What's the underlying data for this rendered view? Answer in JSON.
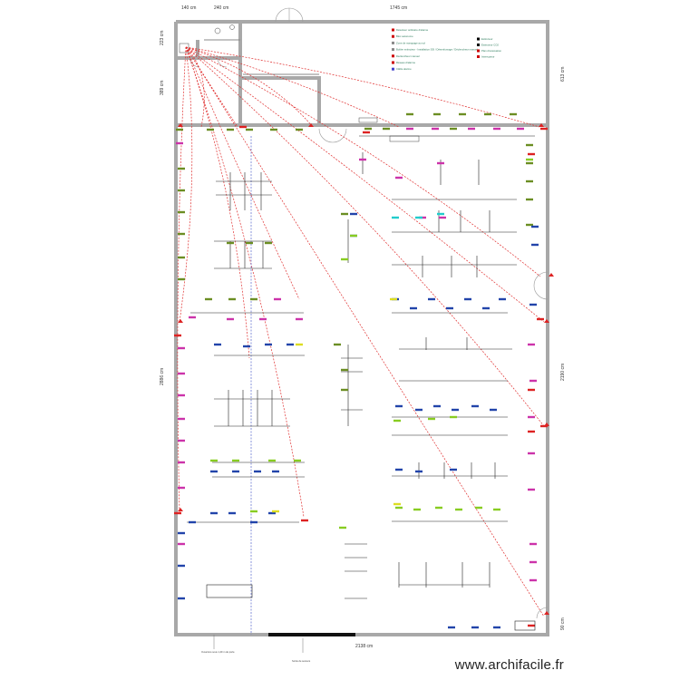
{
  "dimensions": {
    "top_left": "140 cm",
    "top_mid": "240 cm",
    "top_right": "1745 cm",
    "left_top": "223 cm",
    "left_mid": "389 cm",
    "left_main": "2886 cm",
    "right_top": "613 cm",
    "right_main": "2190 cm",
    "right_bottom": "90 cm",
    "bottom": "2138 cm"
  },
  "legend": [
    {
      "text": "Détecteur ordinaire d'alarme",
      "color": "#cc0000"
    },
    {
      "text": "Bloc autonome",
      "color": "#cc0000"
    },
    {
      "text": "Zone de marquage au sol",
      "color": "#888888"
    },
    {
      "text": "Boîtier extincteur - Installation SSI / Désenfumage / Déclencheur manuel",
      "color": "#888888"
    },
    {
      "text": "Déclencheur manuel",
      "color": "#cc0000"
    },
    {
      "text": "Réseau d'alarme",
      "color": "#cc0000"
    },
    {
      "text": "Câble alarme",
      "color": "#4444cc"
    }
  ],
  "legend_right": [
    {
      "text": "Extincteur",
      "color": "#000000"
    },
    {
      "text": "Extincteur CO2",
      "color": "#000000"
    },
    {
      "text": "Plan d'évacuation",
      "color": "#cc0000"
    },
    {
      "text": "Interrupteur",
      "color": "#cc0000"
    }
  ],
  "footer_notes": {
    "left": "Ouverture sous 1,49 m de porte",
    "center": "Sortie de secours"
  },
  "watermark": "www.archifacile.fr"
}
